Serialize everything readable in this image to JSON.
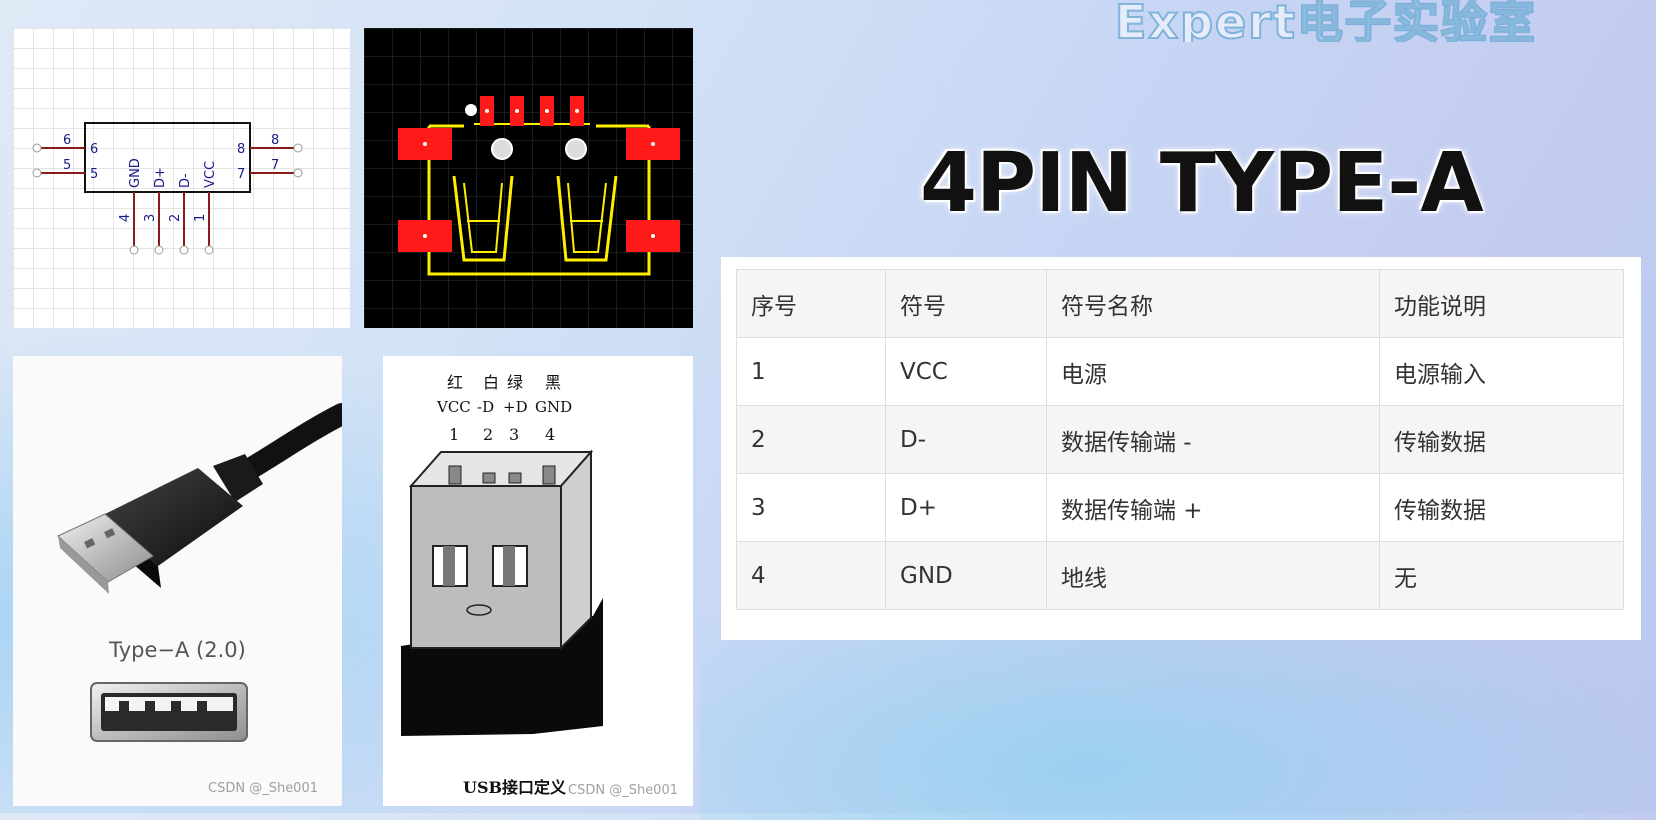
{
  "watermark_top": "Expert电子实验室",
  "slide_title": "4PIN TYPE-A",
  "schematic": {
    "side_pins": [
      "6",
      "5",
      "8",
      "7"
    ],
    "side_pins_inner": [
      "6",
      "5",
      "8",
      "7"
    ],
    "signals": [
      "GND",
      "D+",
      "D-",
      "VCC"
    ],
    "bottom_pins": [
      "4",
      "3",
      "2",
      "1"
    ]
  },
  "cable": {
    "label": "Type−A (2.0)",
    "csdn": "CSDN @_She001"
  },
  "pinout": {
    "colors": [
      "红",
      "白",
      "绿",
      "黑"
    ],
    "signals": [
      "VCC",
      "-D",
      "+D",
      "GND"
    ],
    "numbers": [
      "1",
      "2",
      "3",
      "4"
    ],
    "caption": "USB接口定义",
    "csdn": "CSDN @_She001"
  },
  "table": {
    "headers": [
      "序号",
      "符号",
      "符号名称",
      "功能说明"
    ],
    "rows": [
      [
        "1",
        "VCC",
        "电源",
        "电源输入"
      ],
      [
        "2",
        "D-",
        "数据传输端 -",
        "传输数据"
      ],
      [
        "3",
        "D+",
        "数据传输端 +",
        "传输数据"
      ],
      [
        "4",
        "GND",
        "地线",
        "无"
      ]
    ]
  },
  "colors": {
    "pcb_pad": "#ff1a1a",
    "pcb_silk": "#ffee00",
    "schematic_wire": "#8b1a1a",
    "schematic_text": "#1a1a8a"
  }
}
